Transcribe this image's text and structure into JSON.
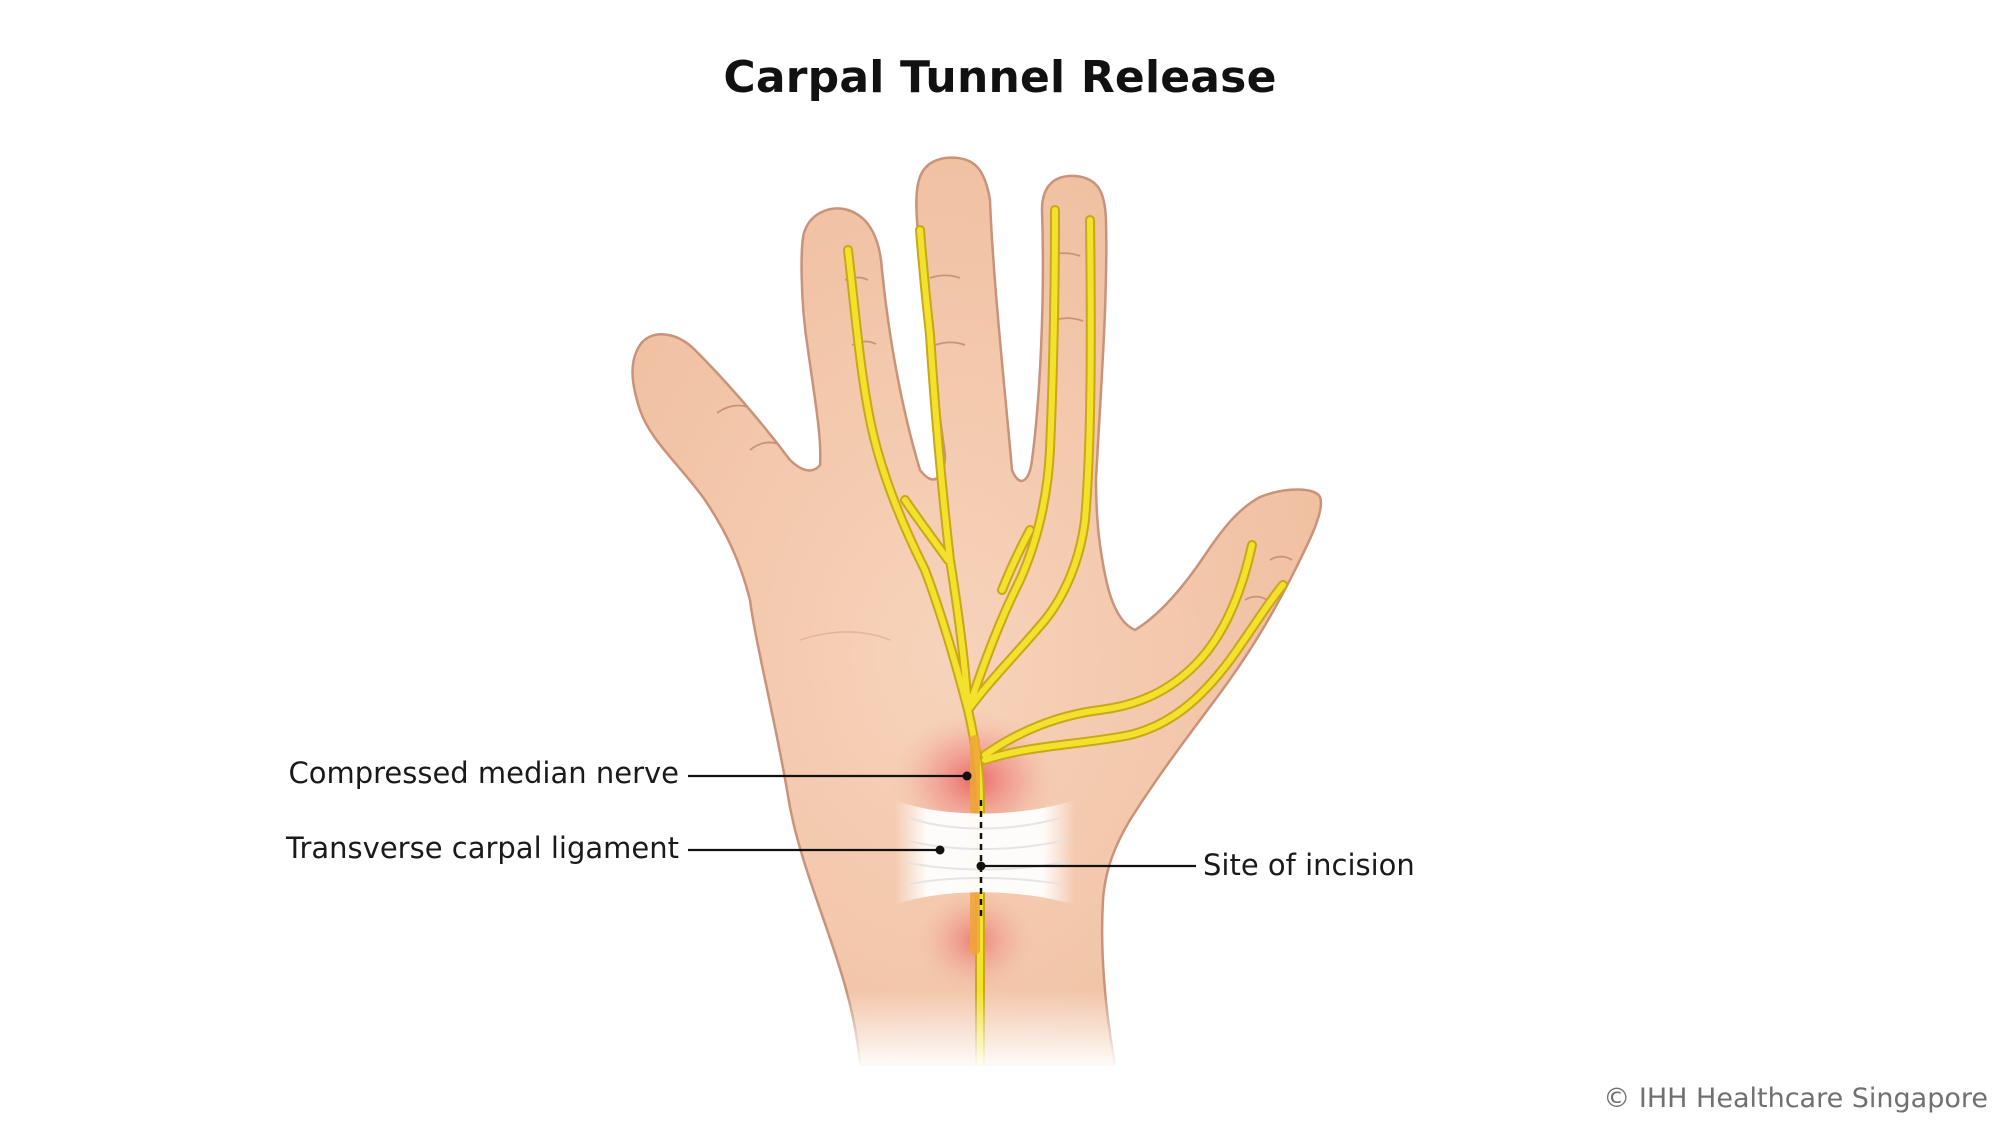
{
  "title": "Carpal Tunnel Release",
  "labels": {
    "median_nerve": "Compressed median nerve",
    "ligament": "Transverse carpal ligament",
    "incision": "Site of incision"
  },
  "copyright": "© IHH Healthcare Singapore",
  "colors": {
    "skin": "#f2c3a5",
    "skin_outline": "#c9937a",
    "nerve": "#f3e22c",
    "nerve_outline": "#c9a61a",
    "inflammation": "#e8454a",
    "ligament": "#ffffff",
    "leader": "#111111"
  }
}
